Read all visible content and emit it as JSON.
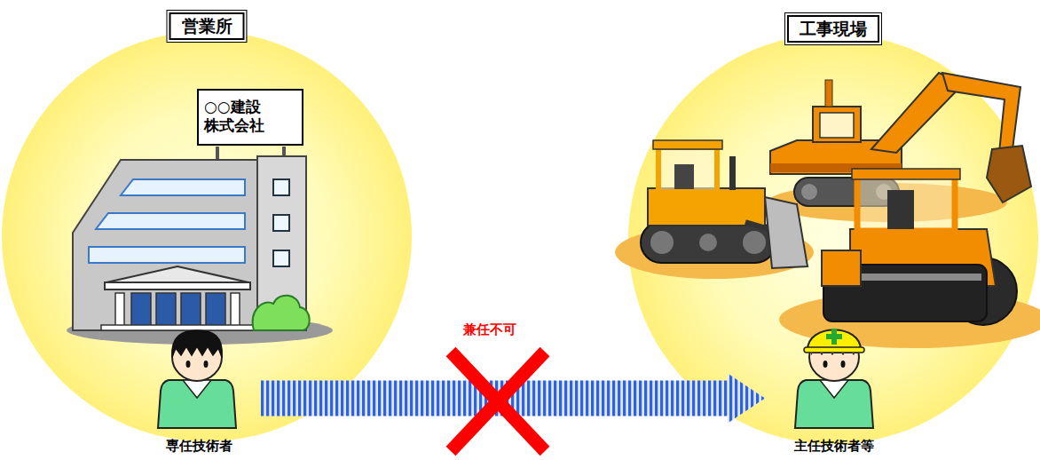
{
  "diagram": {
    "nodes": [
      {
        "text": [
          "営業所"
        ]
      },
      {
        "text": [
          "○○建設 株式会社"
        ],
        "in": 0
      },
      {
        "text": [
          "専任技術者"
        ],
        "in": 0
      },
      {
        "text": [
          "工事現場"
        ]
      },
      {
        "text": [
          "主任技術者等"
        ],
        "in": 3
      }
    ],
    "edges": [
      {
        "from": 2,
        "to": 4,
        "arrow": "to",
        "label": "兼任不可"
      }
    ]
  }
}
